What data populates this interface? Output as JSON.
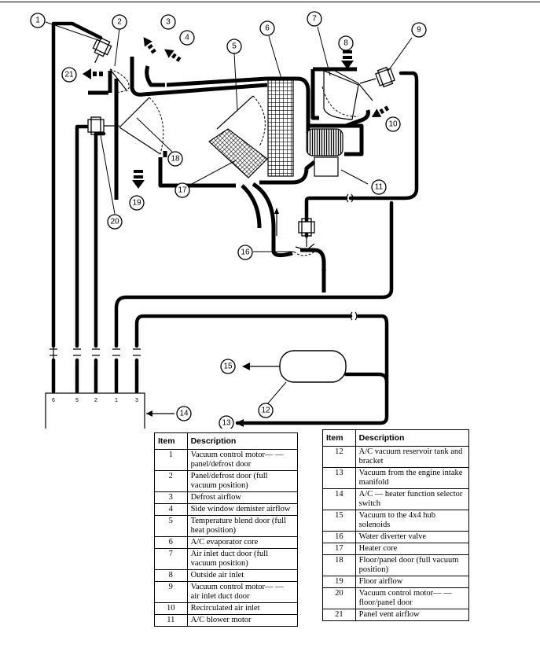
{
  "callouts": [
    {
      "id": "1",
      "label": "1"
    },
    {
      "id": "2",
      "label": "2"
    },
    {
      "id": "3",
      "label": "3"
    },
    {
      "id": "4",
      "label": "4"
    },
    {
      "id": "5",
      "label": "5"
    },
    {
      "id": "6",
      "label": "6"
    },
    {
      "id": "7",
      "label": "7"
    },
    {
      "id": "8",
      "label": "8"
    },
    {
      "id": "9",
      "label": "9"
    },
    {
      "id": "10",
      "label": "10"
    },
    {
      "id": "11",
      "label": "11"
    },
    {
      "id": "12",
      "label": "12"
    },
    {
      "id": "13",
      "label": "13"
    },
    {
      "id": "14",
      "label": "14"
    },
    {
      "id": "15",
      "label": "15"
    },
    {
      "id": "16",
      "label": "16"
    },
    {
      "id": "17",
      "label": "17"
    },
    {
      "id": "18",
      "label": "18"
    },
    {
      "id": "19",
      "label": "19"
    },
    {
      "id": "20",
      "label": "20"
    },
    {
      "id": "21",
      "label": "21"
    }
  ],
  "switch_ports": [
    "6",
    "5",
    "2",
    "1",
    "3"
  ],
  "legend_left": {
    "header_item": "Item",
    "header_desc": "Description",
    "rows": [
      {
        "item": "1",
        "desc": "Vacuum control motor— — panel/defrost door"
      },
      {
        "item": "2",
        "desc": "Panel/defrost door (full vacuum position)"
      },
      {
        "item": "3",
        "desc": "Defrost airflow"
      },
      {
        "item": "4",
        "desc": "Side window demister airflow"
      },
      {
        "item": "5",
        "desc": "Temperature blend door (full heat position)"
      },
      {
        "item": "6",
        "desc": "A/C evaporator core"
      },
      {
        "item": "7",
        "desc": "Air inlet duct door (full vacuum position)"
      },
      {
        "item": "8",
        "desc": "Outside air inlet"
      },
      {
        "item": "9",
        "desc": "Vacuum control motor— — air inlet duct door"
      },
      {
        "item": "10",
        "desc": "Recirculated air inlet"
      },
      {
        "item": "11",
        "desc": "A/C blower motor"
      }
    ]
  },
  "legend_right": {
    "header_item": "Item",
    "header_desc": "Description",
    "rows": [
      {
        "item": "12",
        "desc": "A/C vacuum reservoir tank and bracket"
      },
      {
        "item": "13",
        "desc": "Vacuum from the engine intake manifold"
      },
      {
        "item": "14",
        "desc": "A/C — heater function selector switch"
      },
      {
        "item": "15",
        "desc": "Vacuum to the 4x4 hub solenoids"
      },
      {
        "item": "16",
        "desc": "Water diverter valve"
      },
      {
        "item": "17",
        "desc": "Heater core"
      },
      {
        "item": "18",
        "desc": "Floor/panel door (full vacuum position)"
      },
      {
        "item": "19",
        "desc": "Floor airflow"
      },
      {
        "item": "20",
        "desc": "Vacuum control motor— — floor/panel door"
      },
      {
        "item": "21",
        "desc": "Panel vent airflow"
      }
    ]
  }
}
